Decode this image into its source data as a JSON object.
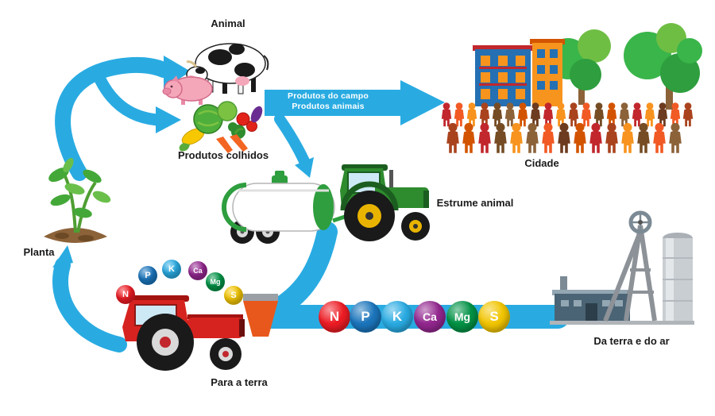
{
  "labels": {
    "animal": "Animal",
    "harvested_products": "Produtos colhidos",
    "field_products": "Produtos do campo",
    "animal_products": "Produtos animais",
    "city": "Cidade",
    "animal_manure": "Estrume animal",
    "plant": "Planta",
    "to_the_land": "Para a terra",
    "from_land_and_air": "Da terra e do ar"
  },
  "nutrients": [
    {
      "label": "N",
      "color": "#ed1c24"
    },
    {
      "label": "P",
      "color": "#1b75bc"
    },
    {
      "label": "K",
      "color": "#29abe2"
    },
    {
      "label": "Ca",
      "color": "#93278f"
    },
    {
      "label": "Mg",
      "color": "#009245"
    },
    {
      "label": "S",
      "color": "#f2c500"
    }
  ],
  "colors": {
    "arrow_blue": "#29abe2",
    "background": "#ffffff"
  }
}
